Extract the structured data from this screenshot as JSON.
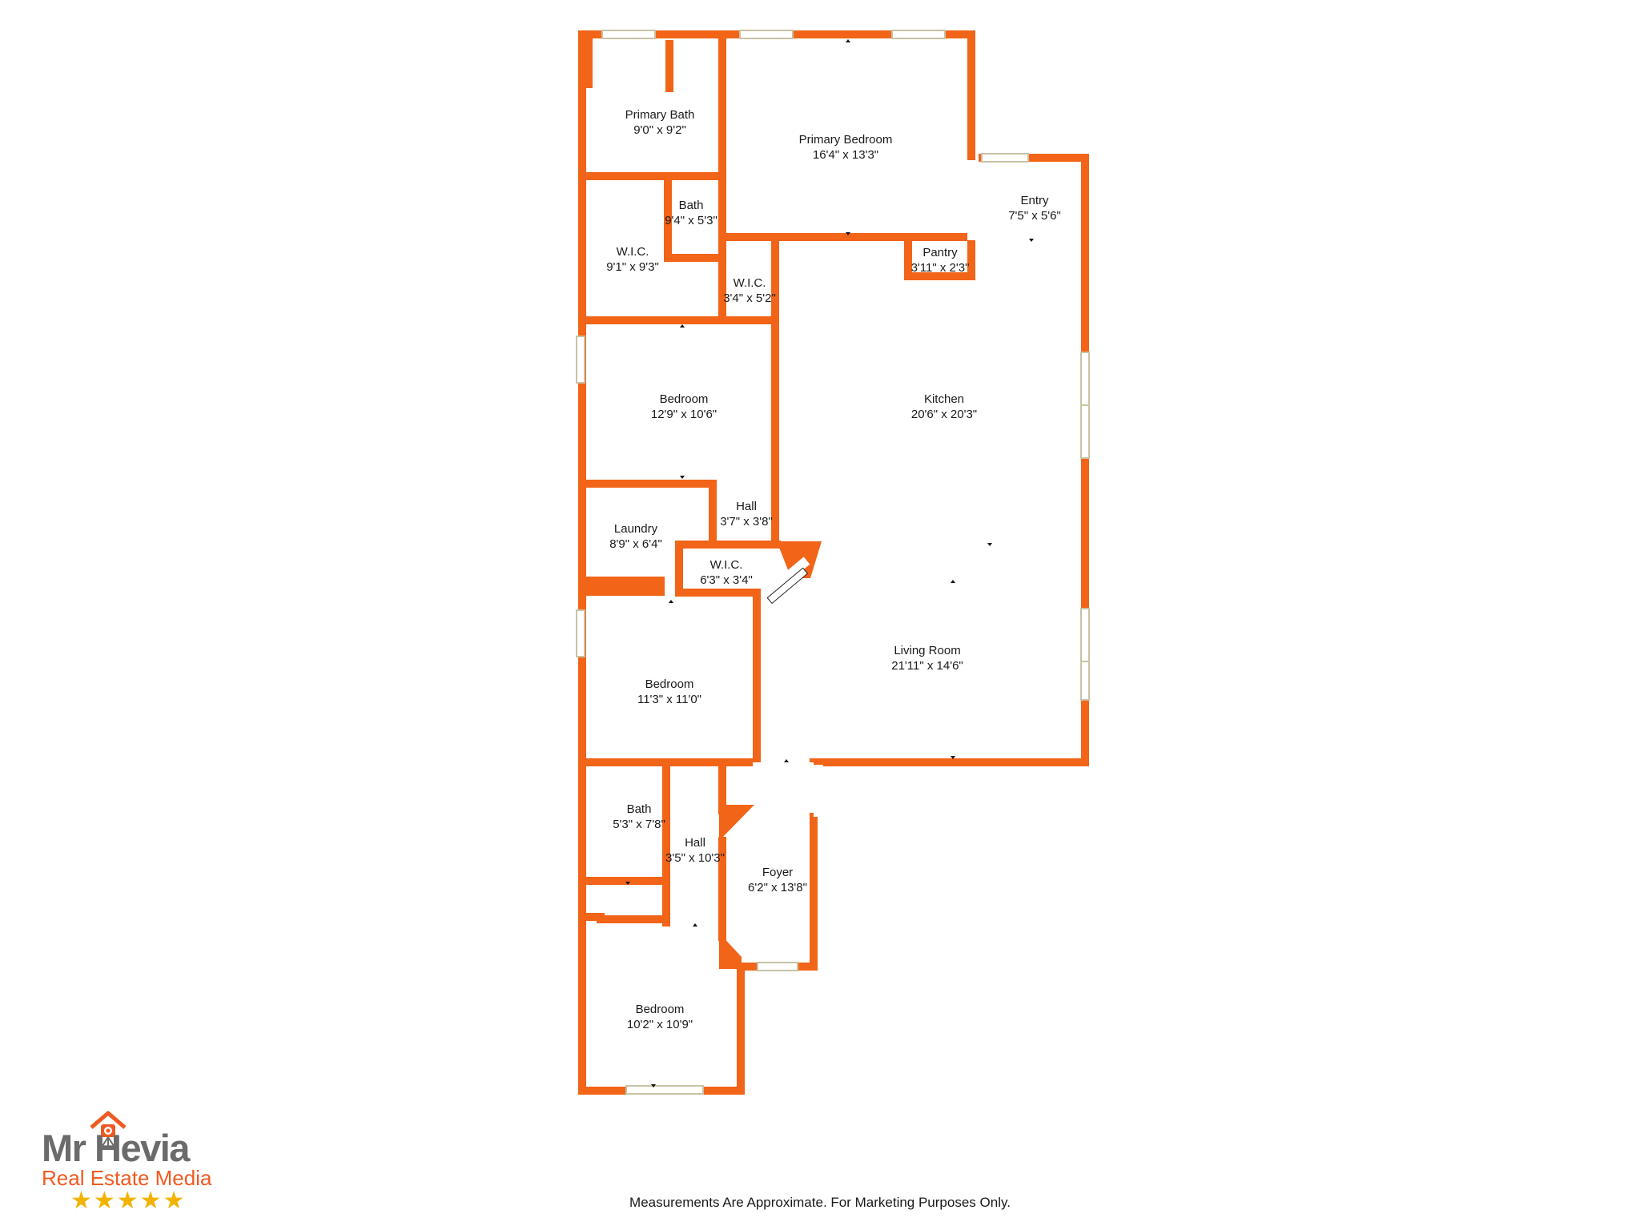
{
  "plan": {
    "wall_color": "#f26418",
    "rooms": [
      {
        "id": "primary-bath",
        "name": "Primary Bath",
        "dims": "9'0\" x 9'2\""
      },
      {
        "id": "primary-bedroom",
        "name": "Primary Bedroom",
        "dims": "16'4\" x 13'3\""
      },
      {
        "id": "entry",
        "name": "Entry",
        "dims": "7'5\" x 5'6\""
      },
      {
        "id": "bath-upper",
        "name": "Bath",
        "dims": "9'4\" x 5'3\""
      },
      {
        "id": "wic-primary",
        "name": "W.I.C.",
        "dims": "9'1\" x 9'3\""
      },
      {
        "id": "pantry",
        "name": "Pantry",
        "dims": "3'11\" x 2'3\""
      },
      {
        "id": "wic-small",
        "name": "W.I.C.",
        "dims": "3'4\" x 5'2\""
      },
      {
        "id": "bedroom-1",
        "name": "Bedroom",
        "dims": "12'9\" x 10'6\""
      },
      {
        "id": "kitchen",
        "name": "Kitchen",
        "dims": "20'6\" x 20'3\""
      },
      {
        "id": "hall-upper",
        "name": "Hall",
        "dims": "3'7\" x 3'8\""
      },
      {
        "id": "laundry",
        "name": "Laundry",
        "dims": "8'9\" x 6'4\""
      },
      {
        "id": "wic-hall",
        "name": "W.I.C.",
        "dims": "6'3\" x 3'4\""
      },
      {
        "id": "living-room",
        "name": "Living Room",
        "dims": "21'11\" x 14'6\""
      },
      {
        "id": "bedroom-2",
        "name": "Bedroom",
        "dims": "11'3\" x 11'0\""
      },
      {
        "id": "bath-lower",
        "name": "Bath",
        "dims": "5'3\" x 7'8\""
      },
      {
        "id": "hall-lower",
        "name": "Hall",
        "dims": "3'5\" x 10'3\""
      },
      {
        "id": "foyer",
        "name": "Foyer",
        "dims": "6'2\" x 13'8\""
      },
      {
        "id": "bedroom-3",
        "name": "Bedroom",
        "dims": "10'2\" x 10'9\""
      }
    ]
  },
  "logo": {
    "title": "Mr Hevia",
    "subtitle": "Real Estate Media",
    "stars": "★★★★★",
    "rating": 5,
    "brand_color": "#ef5a22",
    "star_color": "#f2b300"
  },
  "disclaimer": "Measurements Are Approximate. For Marketing Purposes Only."
}
